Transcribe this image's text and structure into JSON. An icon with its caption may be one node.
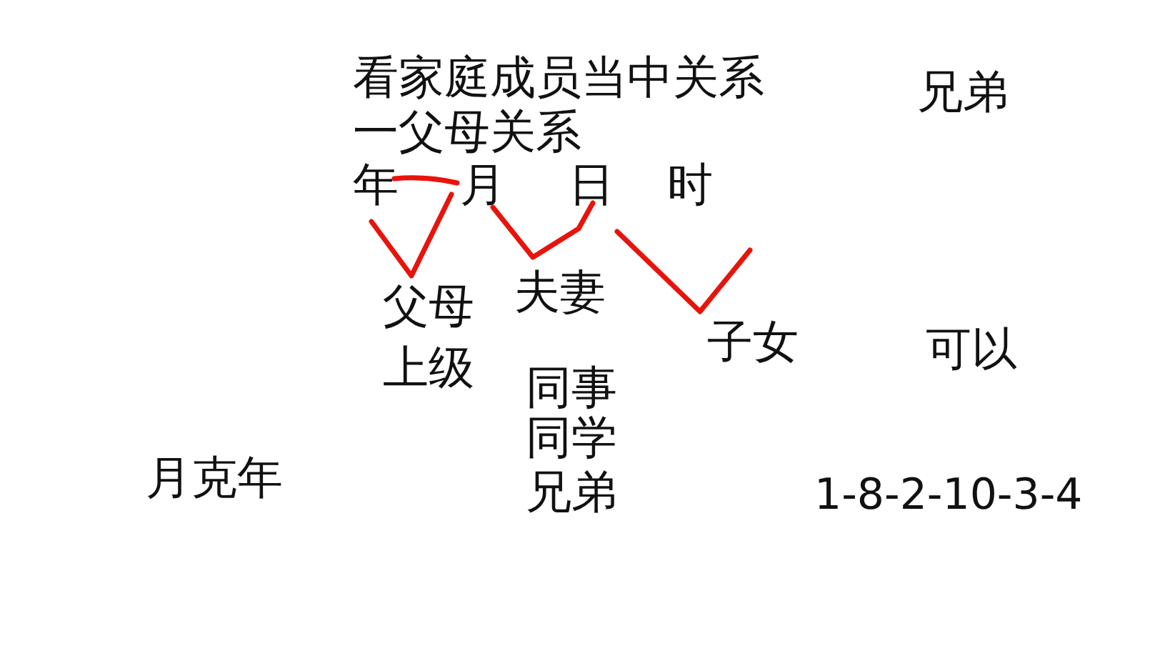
{
  "diagram": {
    "labels": [
      "看家庭成员当中关系",
      "兄弟",
      "一父母关系",
      "年",
      "月",
      "日",
      "时",
      "父母",
      "夫妻",
      "子女",
      "可以",
      "上级",
      "同事",
      "同学",
      "月克年",
      "兄弟",
      "1-8-2-10-3-4"
    ]
  }
}
